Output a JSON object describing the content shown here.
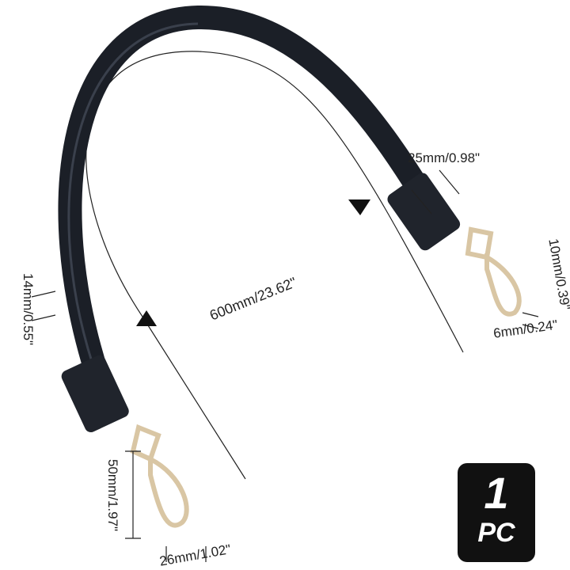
{
  "dimensions": {
    "length": "600mm/23.62\"",
    "strap_width": "14mm/0.55\"",
    "sleeve_width": "25mm/0.98\"",
    "clasp_width": "10mm/0.39\"",
    "clasp_opening": "6mm/0.24\"",
    "clasp_length": "50mm/1.97\"",
    "clasp_ring": "26mm/1.02\""
  },
  "badge": {
    "quantity": "1",
    "unit": "PC"
  },
  "colors": {
    "strap": "#1b1f27",
    "hardware": "#d9c6a4",
    "badge": "#111111"
  }
}
